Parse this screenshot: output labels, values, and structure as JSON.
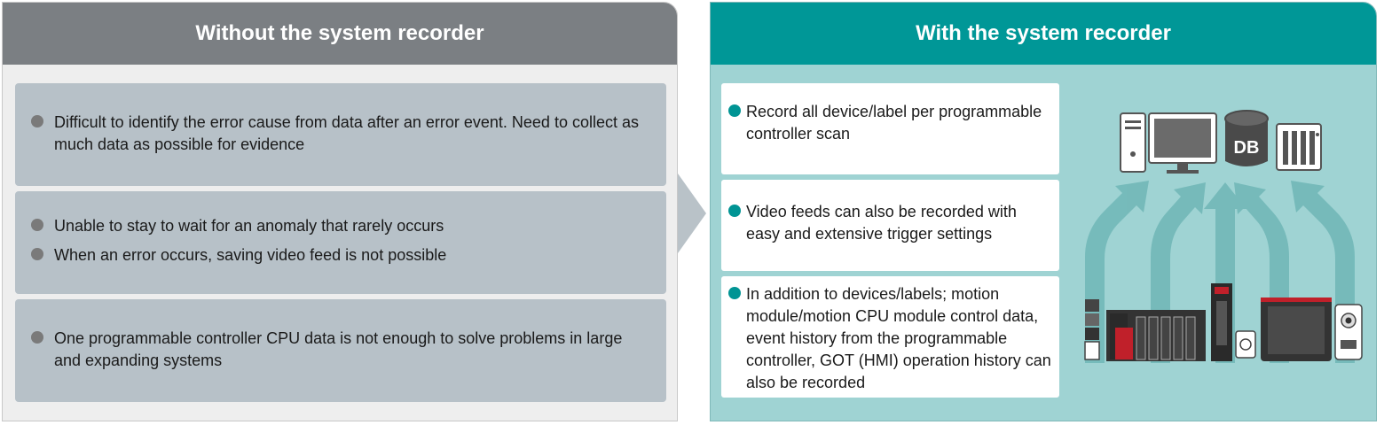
{
  "left_panel": {
    "title": "Without the system recorder",
    "boxes": [
      {
        "items": [
          "Difficult to identify the error cause from data after an error event. Need to collect as much data as possible for evidence"
        ]
      },
      {
        "items": [
          "Unable to stay to wait for an anomaly that rarely occurs",
          "When an error occurs, saving video feed is not possible"
        ]
      },
      {
        "items": [
          "One programmable controller CPU data is not enough to solve problems in large and expanding systems"
        ]
      }
    ]
  },
  "right_panel": {
    "title": "With the system recorder",
    "boxes": [
      {
        "items": [
          "Record all device/label per programmable controller scan"
        ]
      },
      {
        "items": [
          "Video feeds can also be recorded with easy and extensive trigger settings"
        ]
      },
      {
        "items": [
          "In addition to devices/labels; motion module/motion CPU module control data, event history from the programmable controller, GOT (HMI) operation history can also be recorded"
        ]
      }
    ],
    "illustration": {
      "db_label": "DB",
      "top_icons": [
        "pc-tower-icon",
        "monitor-icon",
        "database-icon",
        "storage-server-icon"
      ],
      "bottom_icons": [
        "sensor-icon",
        "plc-rack-icon",
        "motion-cpu-icon",
        "hmi-panel-icon",
        "camera-icon"
      ]
    }
  },
  "colors": {
    "left_header": "#7b7f83",
    "right_header": "#009797",
    "left_box": "#b7c1c8",
    "right_bg": "#9fd3d3",
    "teal_dot": "#009494",
    "grey_dot": "#7a7a7a"
  }
}
